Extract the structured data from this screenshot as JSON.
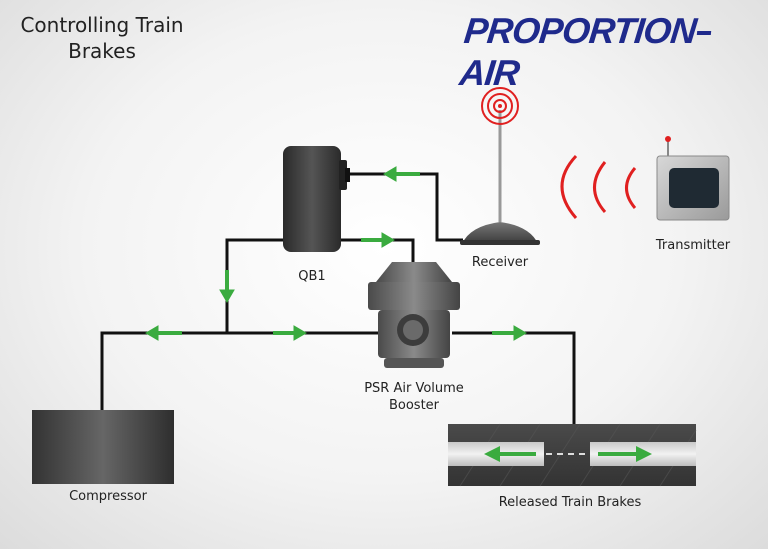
{
  "title_line1": "Controlling Train",
  "title_line2": "Brakes",
  "logo": {
    "left": "PROPORTION",
    "right": "AIR"
  },
  "labels": {
    "qb1": "QB1",
    "receiver": "Receiver",
    "transmitter": "Transmitter",
    "booster_line1": "PSR Air Volume",
    "booster_line2": "Booster",
    "compressor": "Compressor",
    "brakes": "Released Train Brakes"
  },
  "colors": {
    "arrow": "#3aab3f",
    "signal": "#e02020",
    "pipe": "#111111",
    "logo": "#1f2a8c"
  }
}
